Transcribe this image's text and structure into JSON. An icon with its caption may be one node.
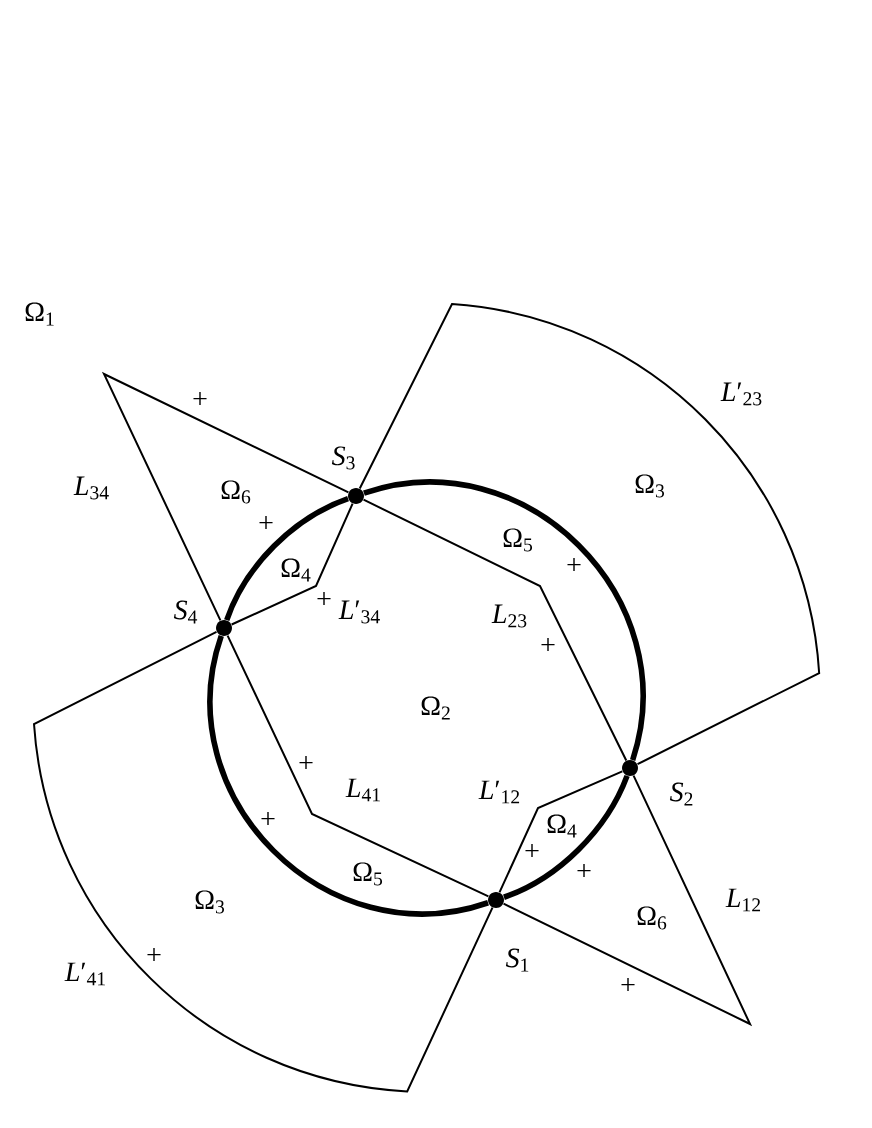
{
  "diagram": {
    "nodes": [
      {
        "text": [],
        "shape": "circle",
        "beside": [
          "*S*$_{3}$"
        ]
      },
      {
        "text": [],
        "shape": "circle",
        "beside": [
          "*S*$_{4}$"
        ]
      },
      {
        "text": [],
        "shape": "circle",
        "beside": [
          "*S*$_{2}$"
        ]
      },
      {
        "text": [],
        "shape": "circle",
        "beside": [
          "*S*$_{1}$"
        ]
      }
    ],
    "edges": [
      {
        "from": 0,
        "to": 1,
        "arrow": "none",
        "label": "*L*$_{34}$"
      },
      {
        "from": 0,
        "to": 1,
        "arrow": "none",
        "label": "*L*′$_{34}$"
      },
      {
        "from": 0,
        "to": 2,
        "arrow": "none",
        "label": "*L*$_{23}$"
      },
      {
        "from": 0,
        "to": 2,
        "arrow": "none",
        "label": "*L*′$_{23}$"
      },
      {
        "from": 2,
        "to": 3,
        "arrow": "none",
        "label": "*L*$_{12}$"
      },
      {
        "from": 2,
        "to": 3,
        "arrow": "none",
        "label": "*L*′$_{12}$"
      },
      {
        "from": 1,
        "to": 3,
        "arrow": "none",
        "label": "*L*$_{41}$"
      },
      {
        "from": 1,
        "to": 3,
        "arrow": "none",
        "label": "*L*′$_{41}$"
      },
      {
        "from": 0,
        "to": 2,
        "arrow": "none",
        "style": "thick"
      },
      {
        "from": 2,
        "to": 3,
        "arrow": "none",
        "style": "thick"
      },
      {
        "from": 3,
        "to": 1,
        "arrow": "none",
        "style": "thick"
      },
      {
        "from": 1,
        "to": 0,
        "arrow": "none",
        "style": "thick"
      }
    ],
    "labels": [
      "Ω$_{1}$",
      "+",
      "+",
      "Ω$_{3}$",
      "Ω$_{6}$",
      "Ω$_{5}$",
      "+",
      "+",
      "Ω$_{4}$",
      "+",
      "Ω$_{2}$",
      "+",
      "+",
      "Ω$_{4}$",
      "+",
      "Ω$_{5}$",
      "Ω$_{3}$",
      "Ω$_{6}$",
      "+",
      "+",
      "+"
    ]
  }
}
